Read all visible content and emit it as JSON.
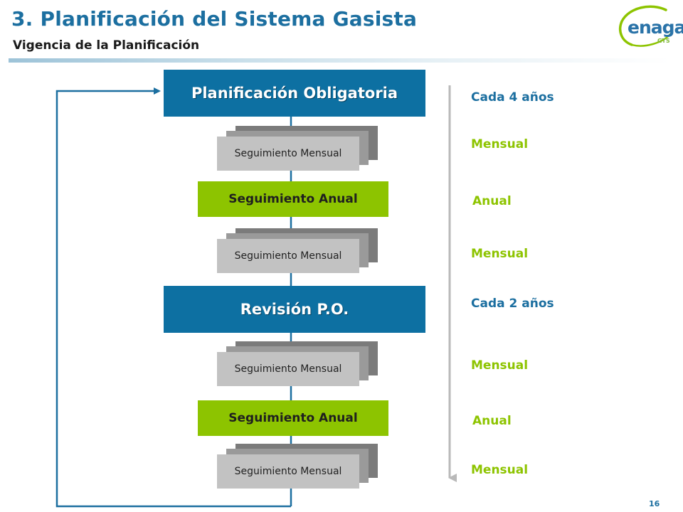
{
  "header": {
    "title": "3. Planificación del Sistema Gasista",
    "subtitle": "Vigencia de la Planificación"
  },
  "logo": {
    "name": "enagas",
    "sub": "GTS"
  },
  "diagram": {
    "planificacion_obligatoria": "Planificación Obligatoria",
    "seguimiento_mensual_1": "Seguimiento Mensual",
    "seguimiento_anual_1": "Seguimiento Anual",
    "seguimiento_mensual_2": "Seguimiento Mensual",
    "revision_po": "Revisión P.O.",
    "seguimiento_mensual_3": "Seguimiento Mensual",
    "seguimiento_anual_2": "Seguimiento Anual",
    "seguimiento_mensual_4": "Seguimiento Mensual"
  },
  "frequencies": [
    {
      "text": "Cada 4 años",
      "color": "#1c6fa0"
    },
    {
      "text": "Mensual",
      "color": "#8dc400"
    },
    {
      "text": "Anual",
      "color": "#8dc400"
    },
    {
      "text": "Mensual",
      "color": "#8dc400"
    },
    {
      "text": "Cada 2 años",
      "color": "#1c6fa0"
    },
    {
      "text": "Mensual",
      "color": "#8dc400"
    },
    {
      "text": "Anual",
      "color": "#8dc400"
    },
    {
      "text": "Mensual",
      "color": "#8dc400"
    }
  ],
  "page_number": "16",
  "colors": {
    "accent_blue": "#0d70a2",
    "accent_green": "#8dc400",
    "grey_box": "#c2c2c2"
  }
}
